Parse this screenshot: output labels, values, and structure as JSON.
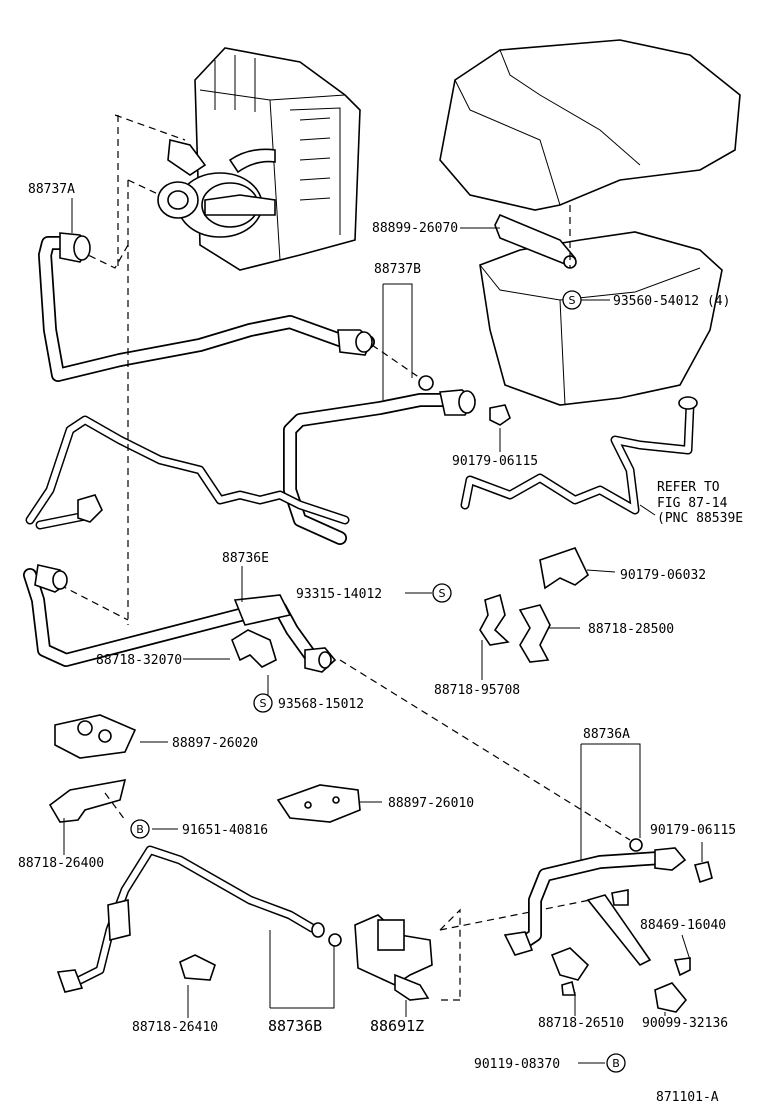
{
  "labels": {
    "p88737A": "88737A",
    "p88899": "88899-26070",
    "p88737B": "88737B",
    "p93560": "93560-54012 (4)",
    "p90179a": "90179-06115",
    "refer1": "REFER TO",
    "refer2": "FIG 87-14",
    "refer3": "(PNC 88539E",
    "p88736E": "88736E",
    "p93315": "93315-14012",
    "p90179b": "90179-06032",
    "p88718a": "88718-28500",
    "p88718b": "88718-32070",
    "p88718c": "88718-95708",
    "p93568": "93568-15012",
    "p88897a": "88897-26020",
    "p88736A": "88736A",
    "p88897b": "88897-26010",
    "p91651": "91651-40816",
    "p90179c": "90179-06115",
    "p88718d": "88718-26400",
    "p88469": "88469-16040",
    "p88718e": "88718-26410",
    "p88736B": "88736B",
    "p88691": "88691Z",
    "p88718f": "88718-26510",
    "p90099": "90099-32136",
    "p90119": "90119-08370",
    "figno": "871101-A"
  },
  "markers": {
    "s": "S",
    "b": "B"
  }
}
